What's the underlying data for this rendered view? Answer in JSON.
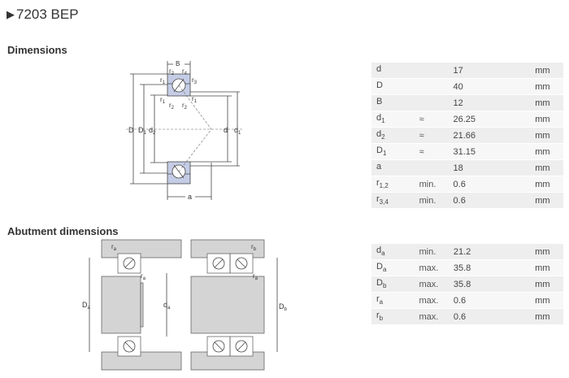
{
  "title": "7203 BEP",
  "sections": {
    "dimensions": "Dimensions",
    "abutment": "Abutment dimensions"
  },
  "drawing_labels": {
    "B": "B",
    "D": "D",
    "D1": "D",
    "D1_sub": "1",
    "d2": "d",
    "d2_sub": "2",
    "d": "d",
    "d1": "d",
    "d1_sub": "1",
    "a": "a",
    "r1": "r",
    "r1_sub": "1",
    "r2": "r",
    "r2_sub": "2",
    "r3": "r",
    "r3_sub": "3",
    "r4": "r",
    "r4_sub": "4",
    "ra": "r",
    "ra_sub": "a",
    "rb": "r",
    "rb_sub": "b",
    "Da": "D",
    "Da_sub": "a",
    "da": "d",
    "da_sub": "a",
    "Db": "D",
    "Db_sub": "b"
  },
  "dimensions": [
    {
      "sym": "d",
      "sub": "",
      "qual": "",
      "val": "17",
      "unit": "mm"
    },
    {
      "sym": "D",
      "sub": "",
      "qual": "",
      "val": "40",
      "unit": "mm"
    },
    {
      "sym": "B",
      "sub": "",
      "qual": "",
      "val": "12",
      "unit": "mm"
    },
    {
      "sym": "d",
      "sub": "1",
      "qual": "≈",
      "val": "26.25",
      "unit": "mm"
    },
    {
      "sym": "d",
      "sub": "2",
      "qual": "≈",
      "val": "21.66",
      "unit": "mm"
    },
    {
      "sym": "D",
      "sub": "1",
      "qual": "≈",
      "val": "31.15",
      "unit": "mm"
    },
    {
      "sym": "a",
      "sub": "",
      "qual": "",
      "val": "18",
      "unit": "mm"
    },
    {
      "sym": "r",
      "sub": "1,2",
      "qual": "min.",
      "val": "0.6",
      "unit": "mm"
    },
    {
      "sym": "r",
      "sub": "3,4",
      "qual": "min.",
      "val": "0.6",
      "unit": "mm"
    }
  ],
  "abutment": [
    {
      "sym": "d",
      "sub": "a",
      "qual": "min.",
      "val": "21.2",
      "unit": "mm"
    },
    {
      "sym": "D",
      "sub": "a",
      "qual": "max.",
      "val": "35.8",
      "unit": "mm"
    },
    {
      "sym": "D",
      "sub": "b",
      "qual": "max.",
      "val": "35.8",
      "unit": "mm"
    },
    {
      "sym": "r",
      "sub": "a",
      "qual": "max.",
      "val": "0.6",
      "unit": "mm"
    },
    {
      "sym": "r",
      "sub": "b",
      "qual": "max.",
      "val": "0.6",
      "unit": "mm"
    }
  ],
  "colors": {
    "bearing_fill": "#c5cde6",
    "housing_fill": "#d4d4d4",
    "row_odd": "#eeeeee",
    "row_even": "#f7f7f7"
  }
}
